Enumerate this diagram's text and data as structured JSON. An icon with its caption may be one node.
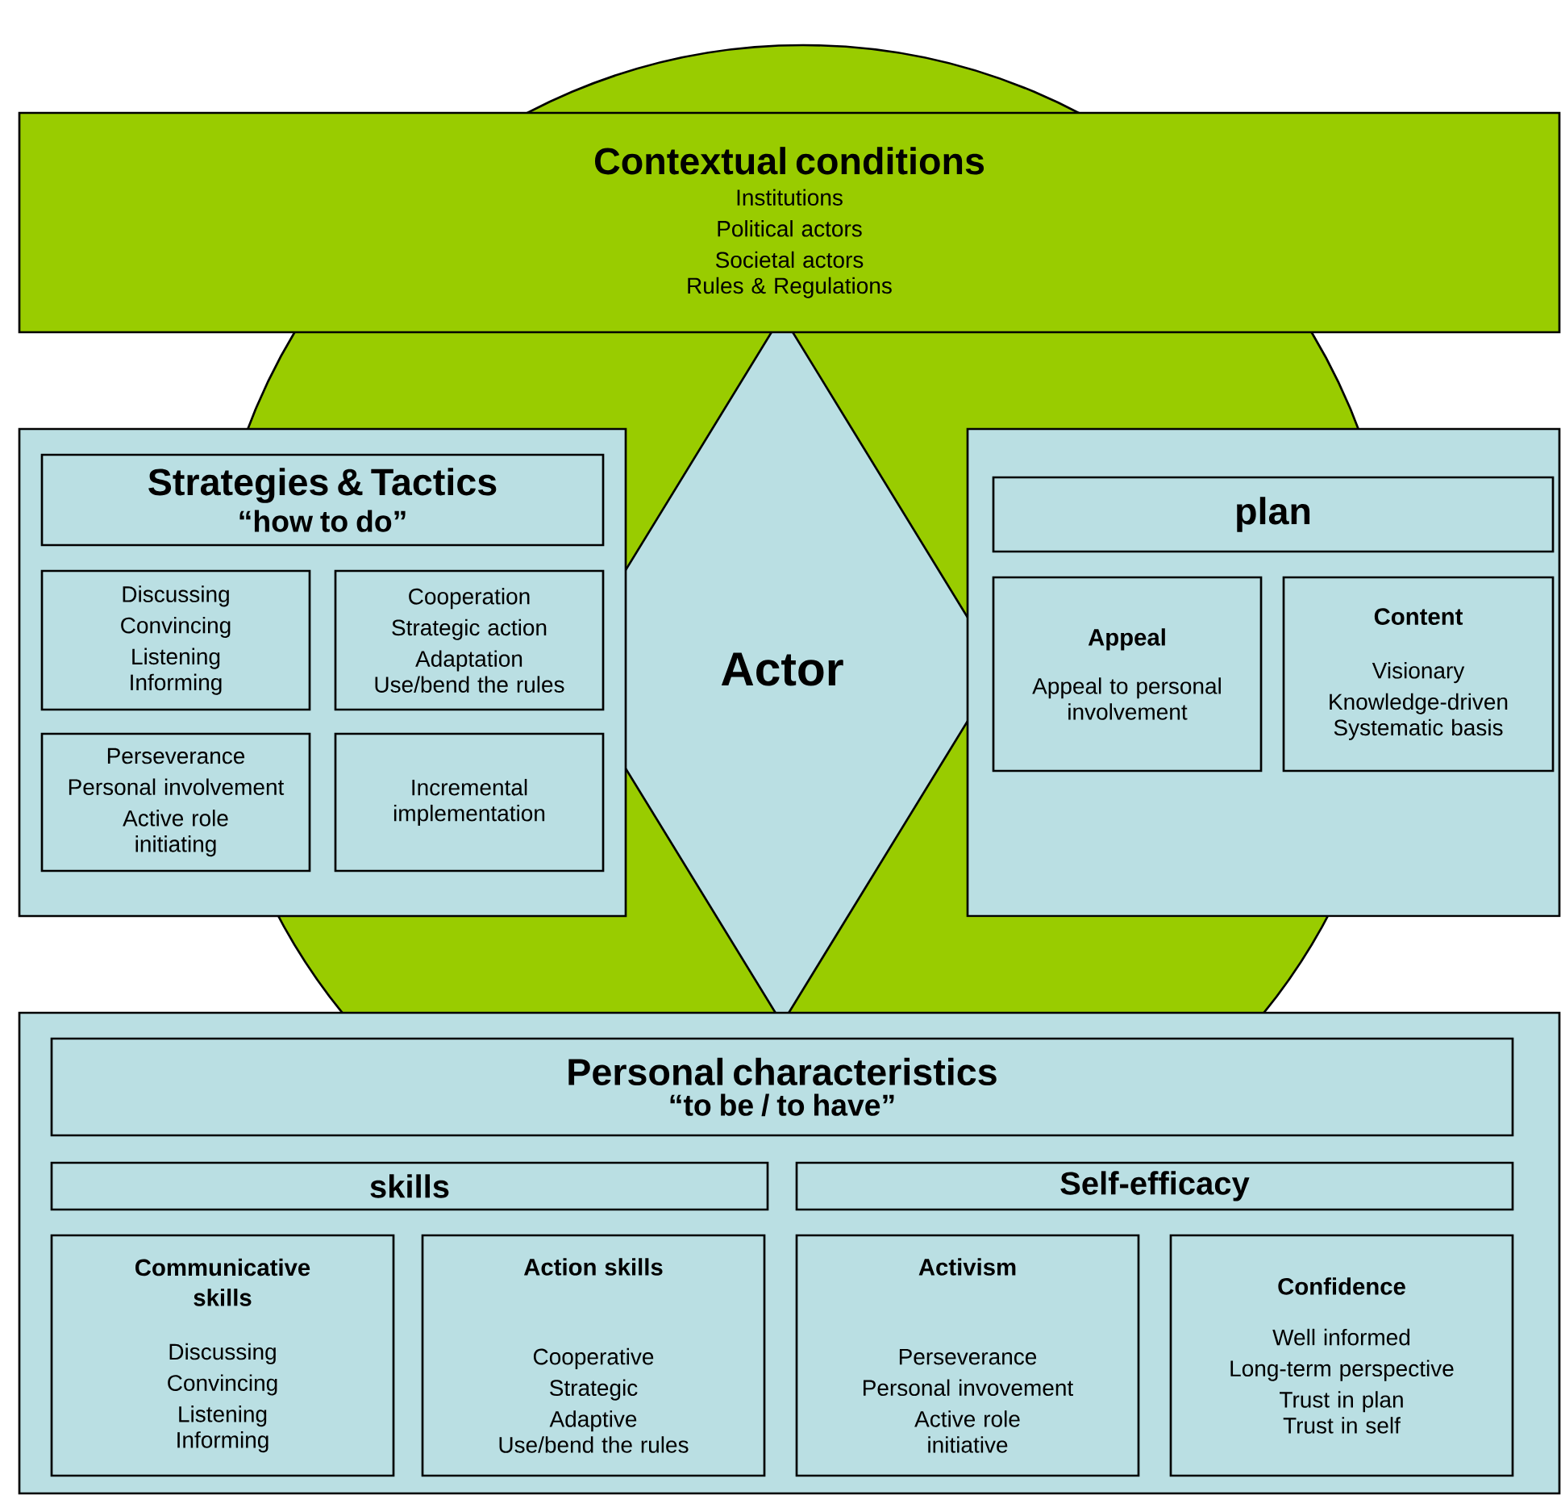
{
  "diagram": {
    "nodes": [
      {
        "text": [
          "Contextual conditions",
          "Institutions",
          "Political actors",
          "Societal actors",
          "Rules & Regulations"
        ]
      },
      {
        "text": [
          "Actor"
        ]
      },
      {
        "text": [],
        "shape": "box"
      },
      {
        "text": [
          "Strategies & Tactics",
          "“how to do”"
        ],
        "in": 2
      },
      {
        "text": [
          "Discussing",
          "Convincing",
          "Listening",
          "Informing"
        ],
        "in": 2
      },
      {
        "text": [
          "Cooperation",
          "Strategic action",
          "Adaptation",
          "Use/bend the rules"
        ],
        "in": 2
      },
      {
        "text": [
          "Perseverance",
          "Personal involvement",
          "Active role",
          "initiating"
        ],
        "in": 2
      },
      {
        "text": [
          "Incremental implementation"
        ],
        "in": 2
      },
      {
        "text": [],
        "shape": "box"
      },
      {
        "text": [
          "plan"
        ],
        "in": 8
      },
      {
        "text": [
          "Appeal",
          "Appeal to personal involvement"
        ],
        "in": 8
      },
      {
        "text": [
          "Content",
          "Visionary",
          "Knowledge-driven",
          "Systematic basis"
        ],
        "in": 8
      },
      {
        "text": [],
        "shape": "box"
      },
      {
        "text": [
          "Personal characteristics",
          "“to be / to have”"
        ],
        "in": 12
      },
      {
        "text": [
          "skills"
        ],
        "in": 12
      },
      {
        "text": [
          "Self-efficacy"
        ],
        "in": 12
      },
      {
        "text": [
          "Communicative skills",
          "Discussing",
          "Convincing",
          "Listening",
          "Informing"
        ],
        "in": 12
      },
      {
        "text": [
          "Action skills",
          "Cooperative",
          "Strategic",
          "Adaptive",
          "Use/bend the rules"
        ],
        "in": 12
      },
      {
        "text": [
          "Activism",
          "Perseverance",
          "Personal invovement",
          "Active role",
          "initiative"
        ],
        "in": 12
      },
      {
        "text": [
          "Confidence",
          "Well informed",
          "Long-term perspective",
          "Trust in plan",
          "Trust in self"
        ],
        "in": 12
      }
    ]
  }
}
